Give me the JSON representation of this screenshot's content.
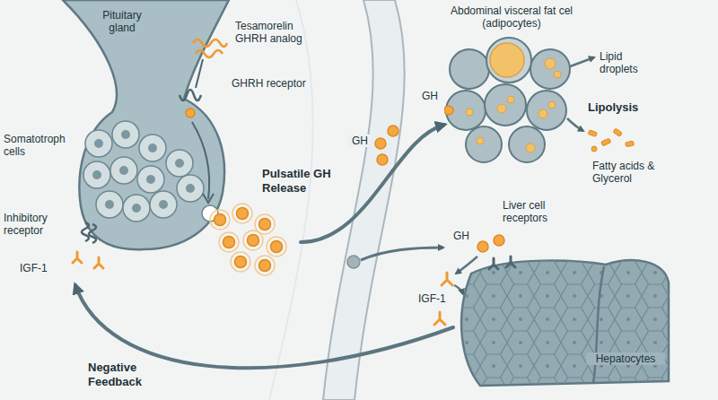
{
  "diagram": {
    "nodes": [
      {
        "text": [
          "Pituitary gland"
        ]
      },
      {
        "text": [
          "Abdominal visceral fat cel (adipocytes)"
        ]
      },
      {
        "text": [
          "Hepatocytes"
        ]
      }
    ],
    "edges": [
      {
        "from": 0,
        "to": 1,
        "arrow": "to",
        "label": "Pulsatile GH Release"
      },
      {
        "from": 2,
        "to": 0,
        "arrow": "to",
        "label": "Negative Feedback"
      }
    ],
    "labels": [
      "Tesamorelin GHRH analog",
      "GHRH receptor",
      "Somatotroph cells",
      "Inhibitory receptor",
      "IGF-1",
      "GH",
      "GH",
      "Lipid droplets",
      "Lipolysis",
      "Fatty acids & Glycerol",
      "GH",
      "Liver cell receptors",
      "IGF-1"
    ]
  }
}
